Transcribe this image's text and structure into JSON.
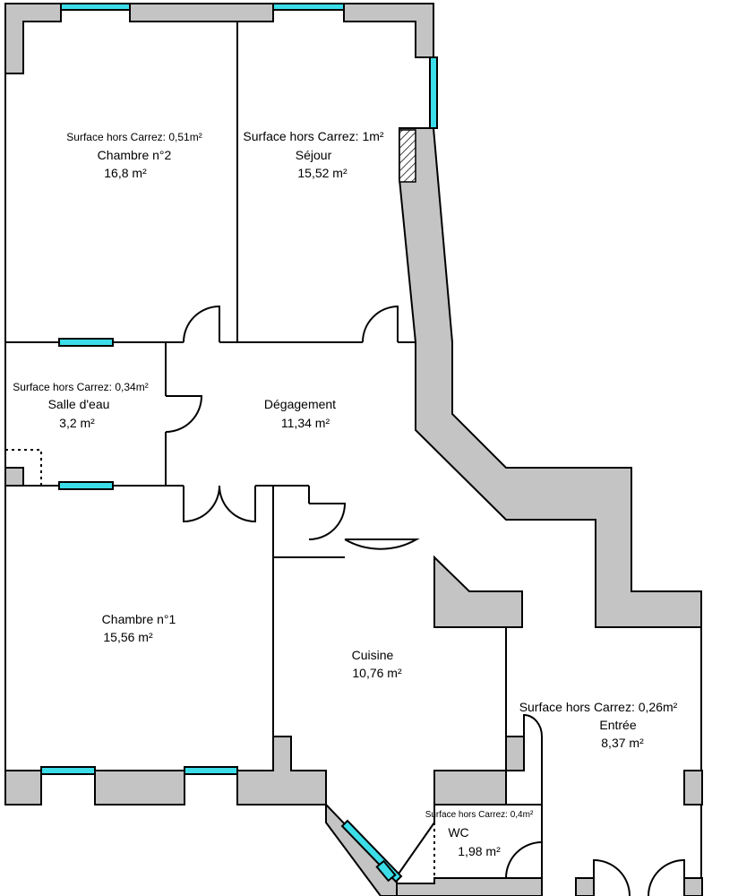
{
  "plan": {
    "colors": {
      "wall": "#c4c4c4",
      "window": "#3bdde8",
      "line": "#000000",
      "background": "#ffffff"
    },
    "rooms": [
      {
        "id": "chambre2",
        "name": "Chambre n°2",
        "area": "16,8  m²",
        "note": "Surface hors Carrez: 0,51m²"
      },
      {
        "id": "sejour",
        "name": "Séjour",
        "area": "15,52  m²",
        "note": "Surface hors Carrez: 1m²"
      },
      {
        "id": "salle-eau",
        "name": "Salle d'eau",
        "area": "3,2  m²",
        "note": "Surface hors Carrez: 0,34m²"
      },
      {
        "id": "degagement",
        "name": "Dégagement",
        "area": "11,34  m²",
        "note": ""
      },
      {
        "id": "chambre1",
        "name": "Chambre n°1",
        "area": "15,56  m²",
        "note": ""
      },
      {
        "id": "cuisine",
        "name": "Cuisine",
        "area": "10,76  m²",
        "note": ""
      },
      {
        "id": "entree",
        "name": "Entrée",
        "area": "8,37  m²",
        "note": "Surface hors Carrez: 0,26m²"
      },
      {
        "id": "wc",
        "name": "WC",
        "area": "1,98  m²",
        "note": "Surface hors Carrez: 0,4m²"
      }
    ]
  }
}
